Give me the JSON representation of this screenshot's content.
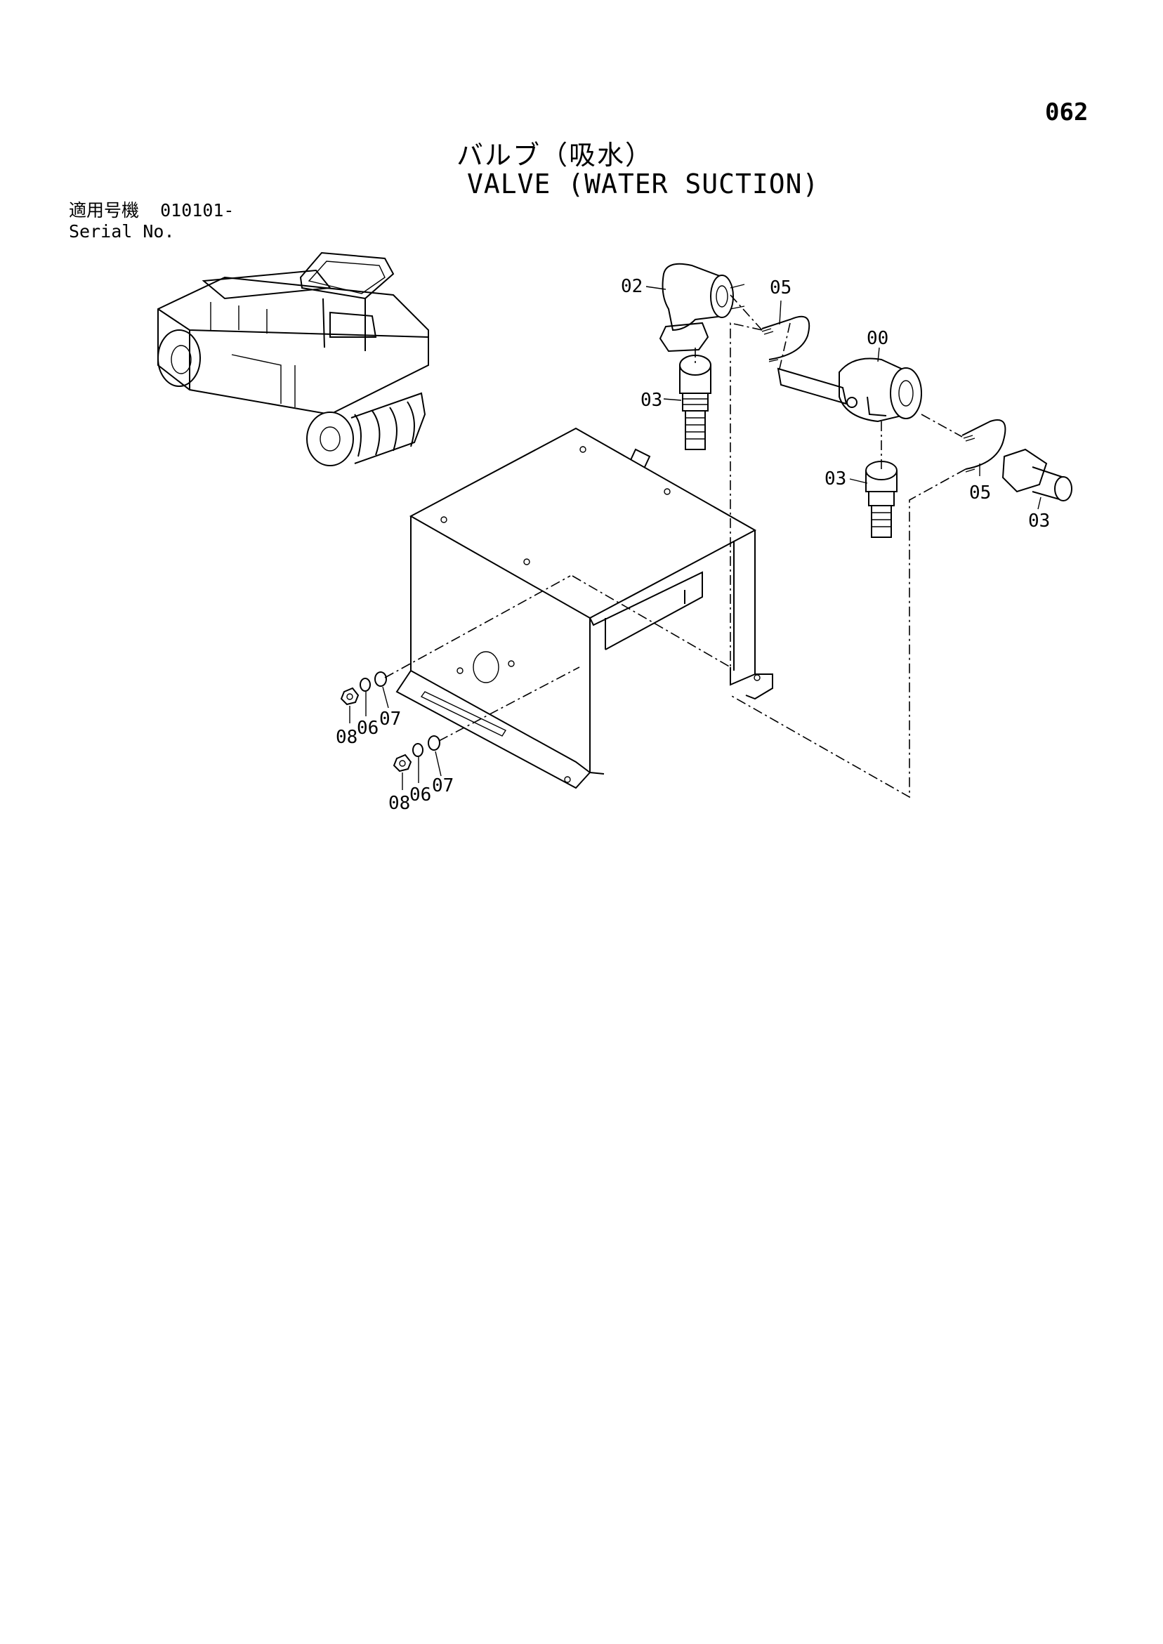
{
  "page": {
    "page_number": "062",
    "title_jp": "バルブ（吸水）",
    "title_en": "VALVE (WATER SUCTION)"
  },
  "serial": {
    "label_jp": "適用号機",
    "value": "010101-",
    "label_en": "Serial No."
  },
  "callouts": {
    "c00": "00",
    "c02": "02",
    "c03a": "03",
    "c03b": "03",
    "c03c": "03",
    "c05a": "05",
    "c05b": "05",
    "c06a": "06",
    "c06b": "06",
    "c07a": "07",
    "c07b": "07",
    "c08a": "08",
    "c08b": "08"
  }
}
